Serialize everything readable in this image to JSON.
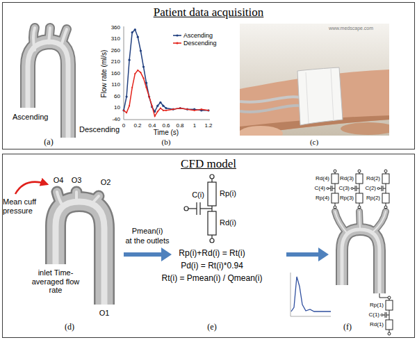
{
  "diagram": {
    "nodes": [
      {
        "text": [
          "Patient data acquisition"
        ]
      },
      {
        "text": [
          "CFD model"
        ]
      }
    ],
    "labels": [
      "Ascending",
      "Descending",
      "(a)",
      "Flow rate (ml/s)",
      "360",
      "310",
      "260",
      "210",
      "160",
      "110",
      "60",
      "10",
      "-40",
      "0",
      "0.2",
      "0.4",
      "0.6",
      "0.8",
      "1",
      "1.2",
      "Time (s)",
      "(b)",
      "www.medscape.com",
      "(c)",
      "Mean cuff pressure",
      "O4",
      "O3",
      "O2",
      "O1",
      "inlet Time-averaged flow rate",
      "(d)",
      "Pmean(i)",
      "at the outlets",
      "C(i)",
      "Rp(i)",
      "Rd(i)",
      "Rp(i)+Rd(i) = Rt(i)",
      "Pd(i) = Rt(i)*0.94",
      "Rt(i) = Pmean(i) / Qmean(i)",
      "(e)",
      "Rd(4)",
      "C(4)",
      "Rp(4)",
      "Rd(3)",
      "C(3)",
      "Rp(3)",
      "Rd(2)",
      "C(2)",
      "Rp(2)",
      "Rp(1)",
      "C(1)",
      "Rd(1)",
      "(f)"
    ],
    "legend": [
      {
        "text": "Ascending"
      },
      {
        "text": "Descending"
      }
    ]
  }
}
